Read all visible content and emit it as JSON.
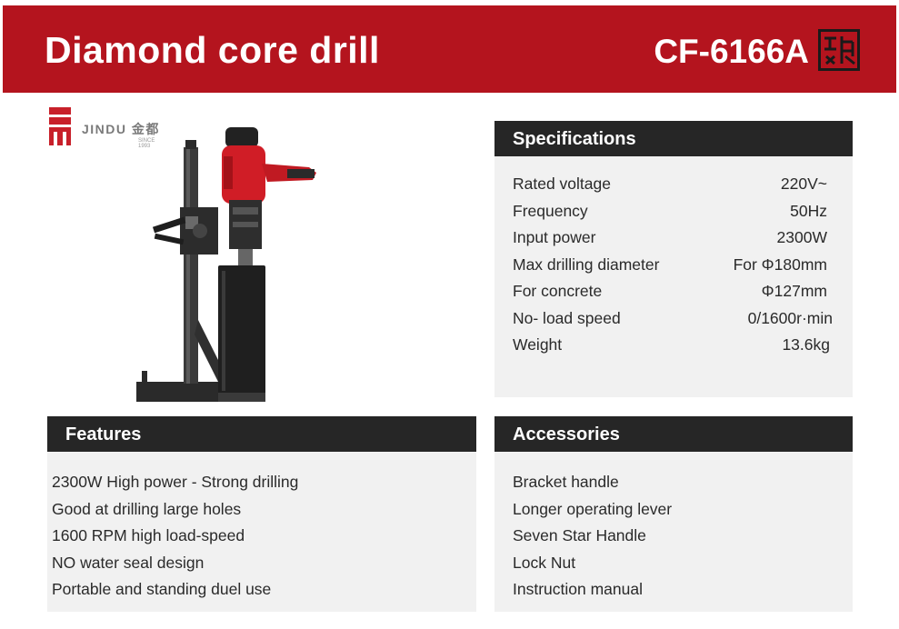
{
  "header": {
    "title": "Diamond core drill",
    "model": "CF-6166A"
  },
  "logo": {
    "brand": "JINDU 金都",
    "sub": "SINCE 1993"
  },
  "specifications": {
    "heading": "Specifications",
    "rows": [
      {
        "label": "Rated voltage",
        "value": "220V~"
      },
      {
        "label": "Frequency",
        "value": "50Hz"
      },
      {
        "label": "Input power",
        "value": "2300W"
      },
      {
        "label": "Max drilling diameter",
        "value": "For Φ180mm"
      },
      {
        "label": "For concrete",
        "value": "Φ127mm"
      },
      {
        "label": "No- load speed",
        "value": "0/1600r·min"
      },
      {
        "label": "Weight",
        "value": "13.6kg"
      }
    ]
  },
  "features": {
    "heading": "Features",
    "items": [
      "2300W High power - Strong drilling",
      "Good at drilling large holes",
      "1600 RPM high load-speed",
      "NO water seal design",
      "Portable and standing duel use"
    ]
  },
  "accessories": {
    "heading": "Accessories",
    "items": [
      "Bracket handle",
      "Longer operating lever",
      "Seven Star Handle",
      "Lock Nut",
      "Instruction manual"
    ]
  },
  "colors": {
    "header_red": "#b4141e",
    "panel_dark": "#262626",
    "panel_light": "#f1f1f1",
    "drill_red": "#d01d26"
  }
}
